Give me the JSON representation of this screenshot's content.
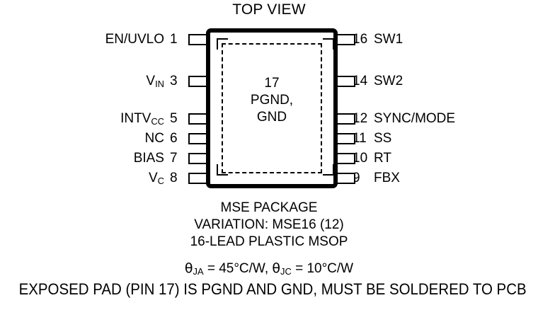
{
  "title": "TOP VIEW",
  "package": {
    "center_lines": [
      "17",
      "PGND,",
      "GND"
    ],
    "exposed_pad_pin": "17"
  },
  "pins": {
    "left": [
      {
        "name": "EN/UVLO",
        "number": "1"
      },
      {
        "name": "V",
        "sub": "IN",
        "number": "3"
      },
      {
        "name": "INTV",
        "sub": "CC",
        "number": "5"
      },
      {
        "name": "NC",
        "number": "6"
      },
      {
        "name": "BIAS",
        "number": "7"
      },
      {
        "name": "V",
        "sub": "C",
        "number": "8"
      }
    ],
    "right": [
      {
        "number": "16",
        "name": "SW1"
      },
      {
        "number": "14",
        "name": "SW2"
      },
      {
        "number": "12",
        "name": "SYNC/MODE"
      },
      {
        "number": "11",
        "name": "SS"
      },
      {
        "number": "10",
        "name": "RT"
      },
      {
        "number": "9",
        "name": "FBX"
      }
    ]
  },
  "caption": {
    "line1": "MSE PACKAGE",
    "line2": "VARIATION: MSE16 (12)",
    "line3": "16-LEAD PLASTIC MSOP",
    "thermal": {
      "theta": "θ",
      "ja_sub": "JA",
      "ja_value": "= 45°C/W,",
      "jc_sub": "JC",
      "jc_value": "= 10°C/W"
    },
    "line5": "EXPOSED PAD (PIN 17) IS PGND AND GND, MUST BE SOLDERED TO PCB"
  },
  "colors": {
    "ink": "#000000",
    "background": "#ffffff"
  }
}
